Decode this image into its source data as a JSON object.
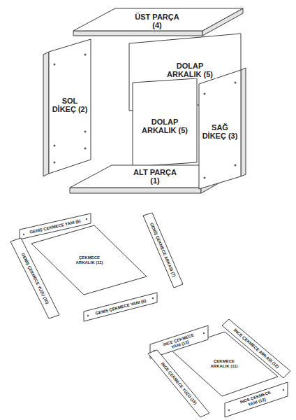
{
  "diagram": {
    "labels": [
      "ÜST PARÇA (4)",
      "DOLAP ARKALIK (5)",
      "SOL DİKEÇ (2)",
      "DOLAP ARKALIK (5)",
      "SAĞ DİKEÇ (3)",
      "ALT PARÇA (1)",
      "GENİŞ ÇEKMECE YANI (6)",
      "GENİŞ ÇEKMECE ARKASI (7)",
      "ÇEKMECE ARKALIK (11)",
      "GENİŞ ÇEKMECE YANI (6)",
      "GENİŞ ÇEKMECE YÜZÜ (10)",
      "İNCE ÇEKMECE YANI (13)",
      "İNCE ÇEKMECE ARKASI (12)",
      "ÇEKMECE ARKALIK (11)",
      "İNCE ÇEKMECE YÜZÜ (15)",
      "İNCE ÇEKMECE YANI (13)"
    ]
  }
}
